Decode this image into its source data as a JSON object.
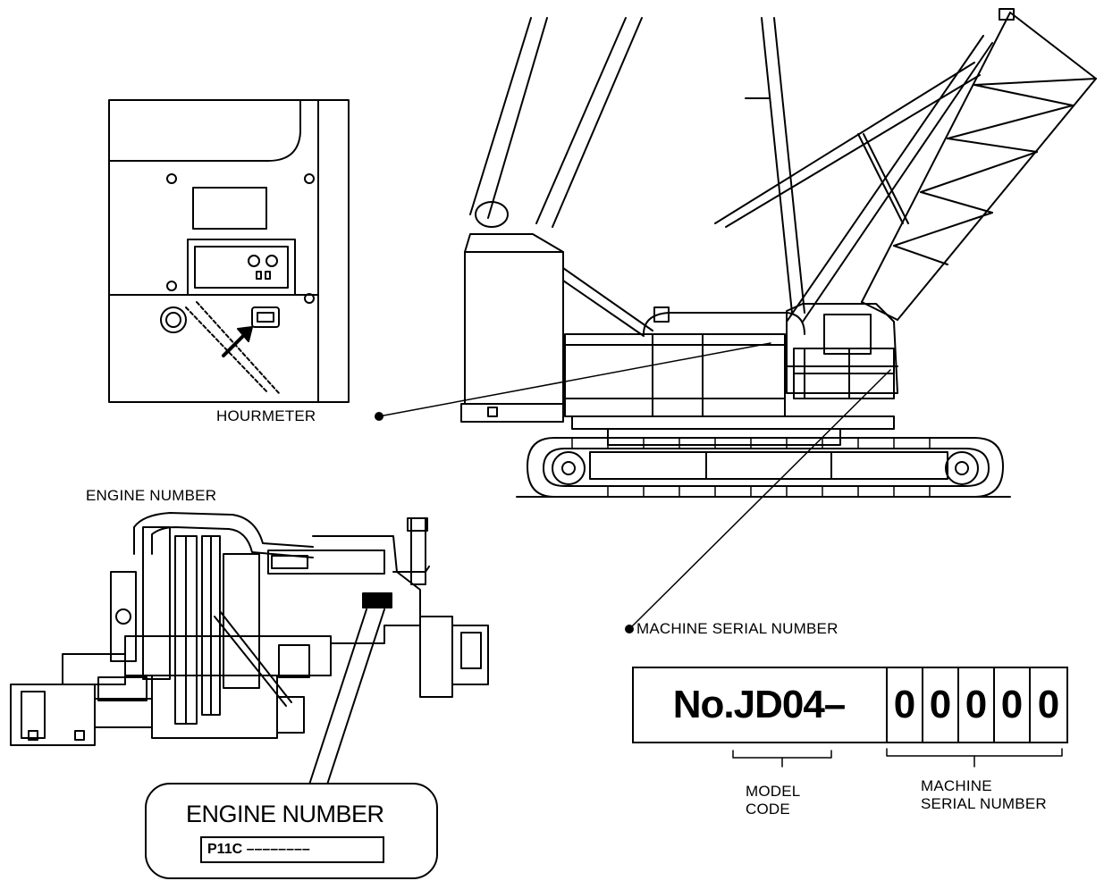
{
  "labels": {
    "hourmeter": "HOURMETER",
    "engine_number_top": "ENGINE NUMBER",
    "machine_serial_number": "MACHINE SERIAL NUMBER",
    "model_code_line1": "MODEL",
    "model_code_line2": "CODE",
    "machine_serial_line1": "MACHINE",
    "machine_serial_line2": "SERIAL NUMBER"
  },
  "serial_plate": {
    "prefix": "No.JD04–",
    "digits": [
      "0",
      "0",
      "0",
      "0",
      "0"
    ]
  },
  "engine_plate": {
    "title": "ENGINE NUMBER",
    "value": "P11C ––––––––"
  }
}
